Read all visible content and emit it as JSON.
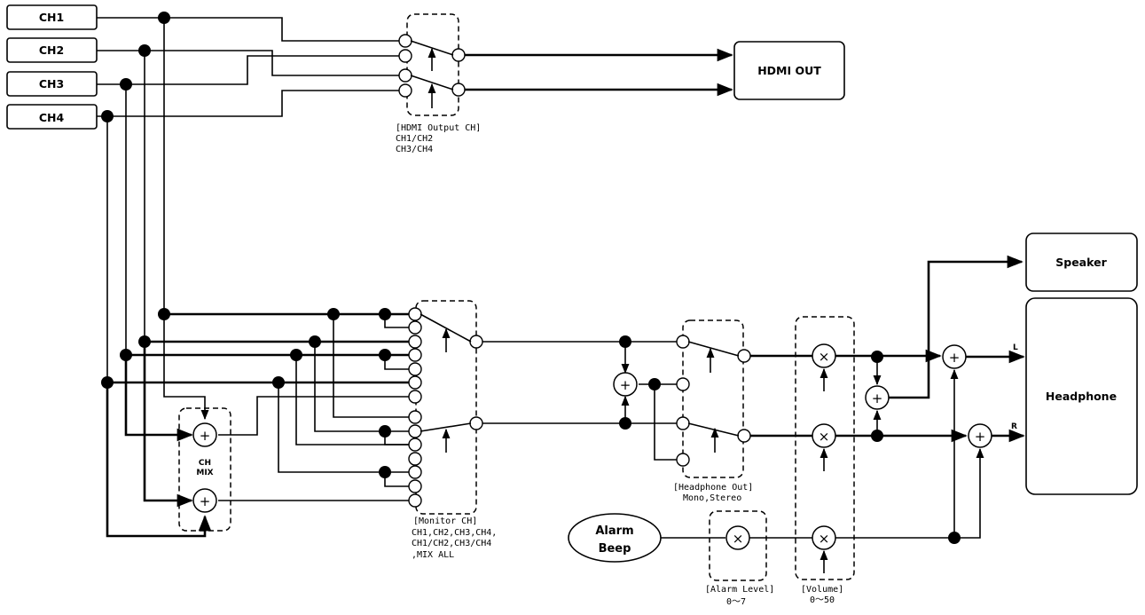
{
  "inputs": [
    "CH1",
    "CH2",
    "CH3",
    "CH4"
  ],
  "hdmi_out": "HDMI OUT",
  "hdmi_selector_label": [
    "[HDMI Output CH]",
    "CH1/CH2",
    "CH3/CH4"
  ],
  "monitor_selector_label": [
    "[Monitor CH]",
    "CH1,CH2,CH3,CH4,",
    "CH1/CH2,CH3/CH4",
    ",MIX ALL"
  ],
  "ch_mix_label": [
    "CH",
    "MIX"
  ],
  "headphone_out_label": [
    "[Headphone Out]",
    "Mono,Stereo"
  ],
  "alarm_level_label": [
    "[Alarm Level]",
    "0～7"
  ],
  "volume_label": [
    "[Volume]",
    "0～50"
  ],
  "alarm_beep": [
    "Alarm",
    "Beep"
  ],
  "speaker": "Speaker",
  "headphone": "Headphone",
  "channel_l": "L",
  "channel_r": "R",
  "plus_symbol": "+",
  "times_symbol": "×"
}
